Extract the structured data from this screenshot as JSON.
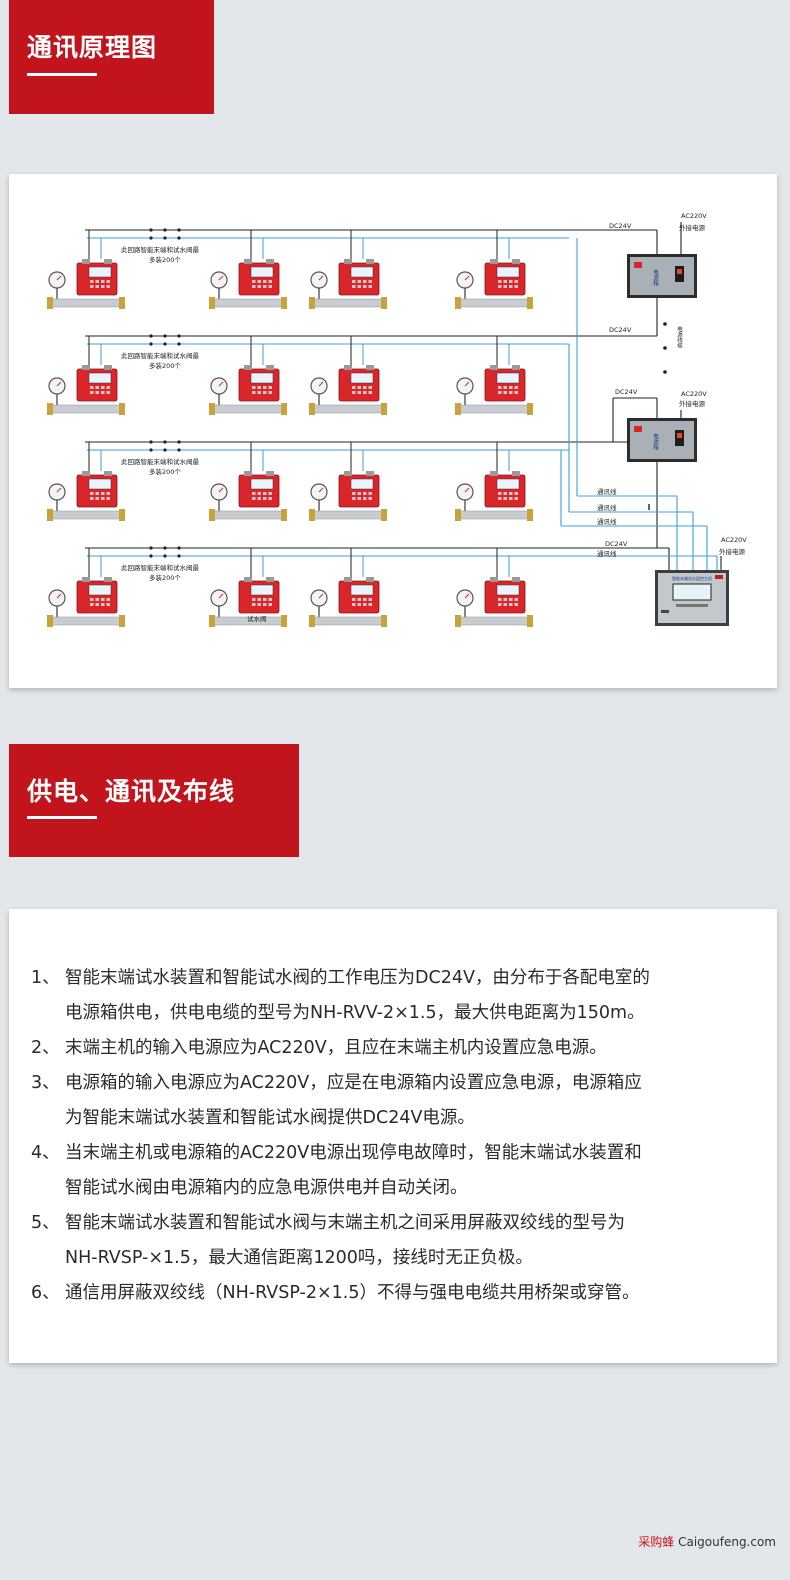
{
  "section1": {
    "title": "通讯原理图"
  },
  "section2": {
    "title": "供电、通讯及布线"
  },
  "diagram": {
    "row_note_line1": "此回路智能末端和试水阀最",
    "row_note_line2": "多装200个",
    "dc24v": "DC24V",
    "ac220v": "AC220V",
    "external_power": "外接电源",
    "power_box_label": "电源箱",
    "power_cable_label": "电源线缆",
    "comm_line": "通讯线",
    "test_valve": "试水阀",
    "host_label": "智能末端试水监控主机"
  },
  "wiring": [
    {
      "num": "1、",
      "lines": [
        "智能末端试水装置和智能试水阀的工作电压为DC24V，由分布于各配电室的",
        "电源箱供电，供电电缆的型号为NH-RVV-2×1.5，最大供电距离为150m。"
      ]
    },
    {
      "num": "2、",
      "lines": [
        "末端主机的输入电源应为AC220V，且应在末端主机内设置应急电源。"
      ]
    },
    {
      "num": "3、",
      "lines": [
        "电源箱的输入电源应为AC220V，应是在电源箱内设置应急电源，电源箱应",
        "为智能末端试水装置和智能试水阀提供DC24V电源。"
      ]
    },
    {
      "num": "4、",
      "lines": [
        "当末端主机或电源箱的AC220V电源出现停电故障时，智能末端试水装置和",
        "智能试水阀由电源箱内的应急电源供电并自动关闭。"
      ]
    },
    {
      "num": "5、",
      "lines": [
        "智能末端试水装置和智能试水阀与末端主机之间采用屏蔽双绞线的型号为",
        "NH-RVSP-×1.5，最大通信距离1200吗，接线时无正负极。"
      ]
    },
    {
      "num": "6、",
      "lines": [
        "通信用屏蔽双绞线（NH-RVSP-2×1.5）不得与强电电缆共用桥架或穿管。"
      ]
    }
  ],
  "watermark": {
    "brand": "采购蜂",
    "site": "Caigoufeng.com"
  },
  "colors": {
    "header_red": "#c1141d",
    "page_bg": "#e3e6ea",
    "wire_blue": "#3aa0d8",
    "device_red": "#d8262b"
  }
}
